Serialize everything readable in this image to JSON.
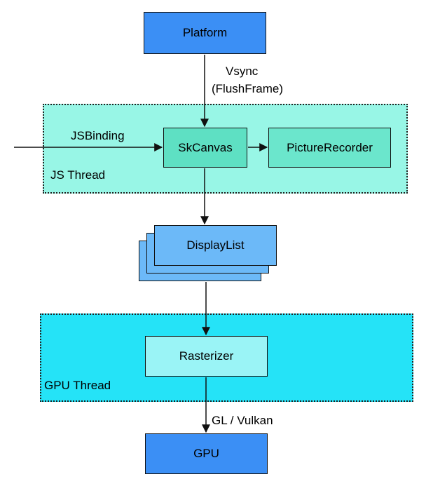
{
  "colors": {
    "platform_fill": "#3b8ff5",
    "gpu_fill": "#3b8ff5",
    "js_region_fill": "#98f6e6",
    "gpu_region_fill": "#25e3f7",
    "skcanvas_fill": "#5ee0c3",
    "picturerecorder_fill": "#6be6cc",
    "displaylist_fill": "#6cb9f8",
    "rasterizer_fill": "#9af4f6"
  },
  "nodes": {
    "platform": "Platform",
    "skcanvas": "SkCanvas",
    "picturerecorder": "PictureRecorder",
    "displaylist": "DisplayList",
    "rasterizer": "Rasterizer",
    "gpu": "GPU"
  },
  "regions": {
    "js_thread": "JS Thread",
    "gpu_thread": "GPU Thread"
  },
  "edges": {
    "vsync_line1": "Vsync",
    "vsync_line2": "(FlushFrame)",
    "jsbinding": "JSBinding",
    "gl_vulkan": "GL / Vulkan"
  }
}
